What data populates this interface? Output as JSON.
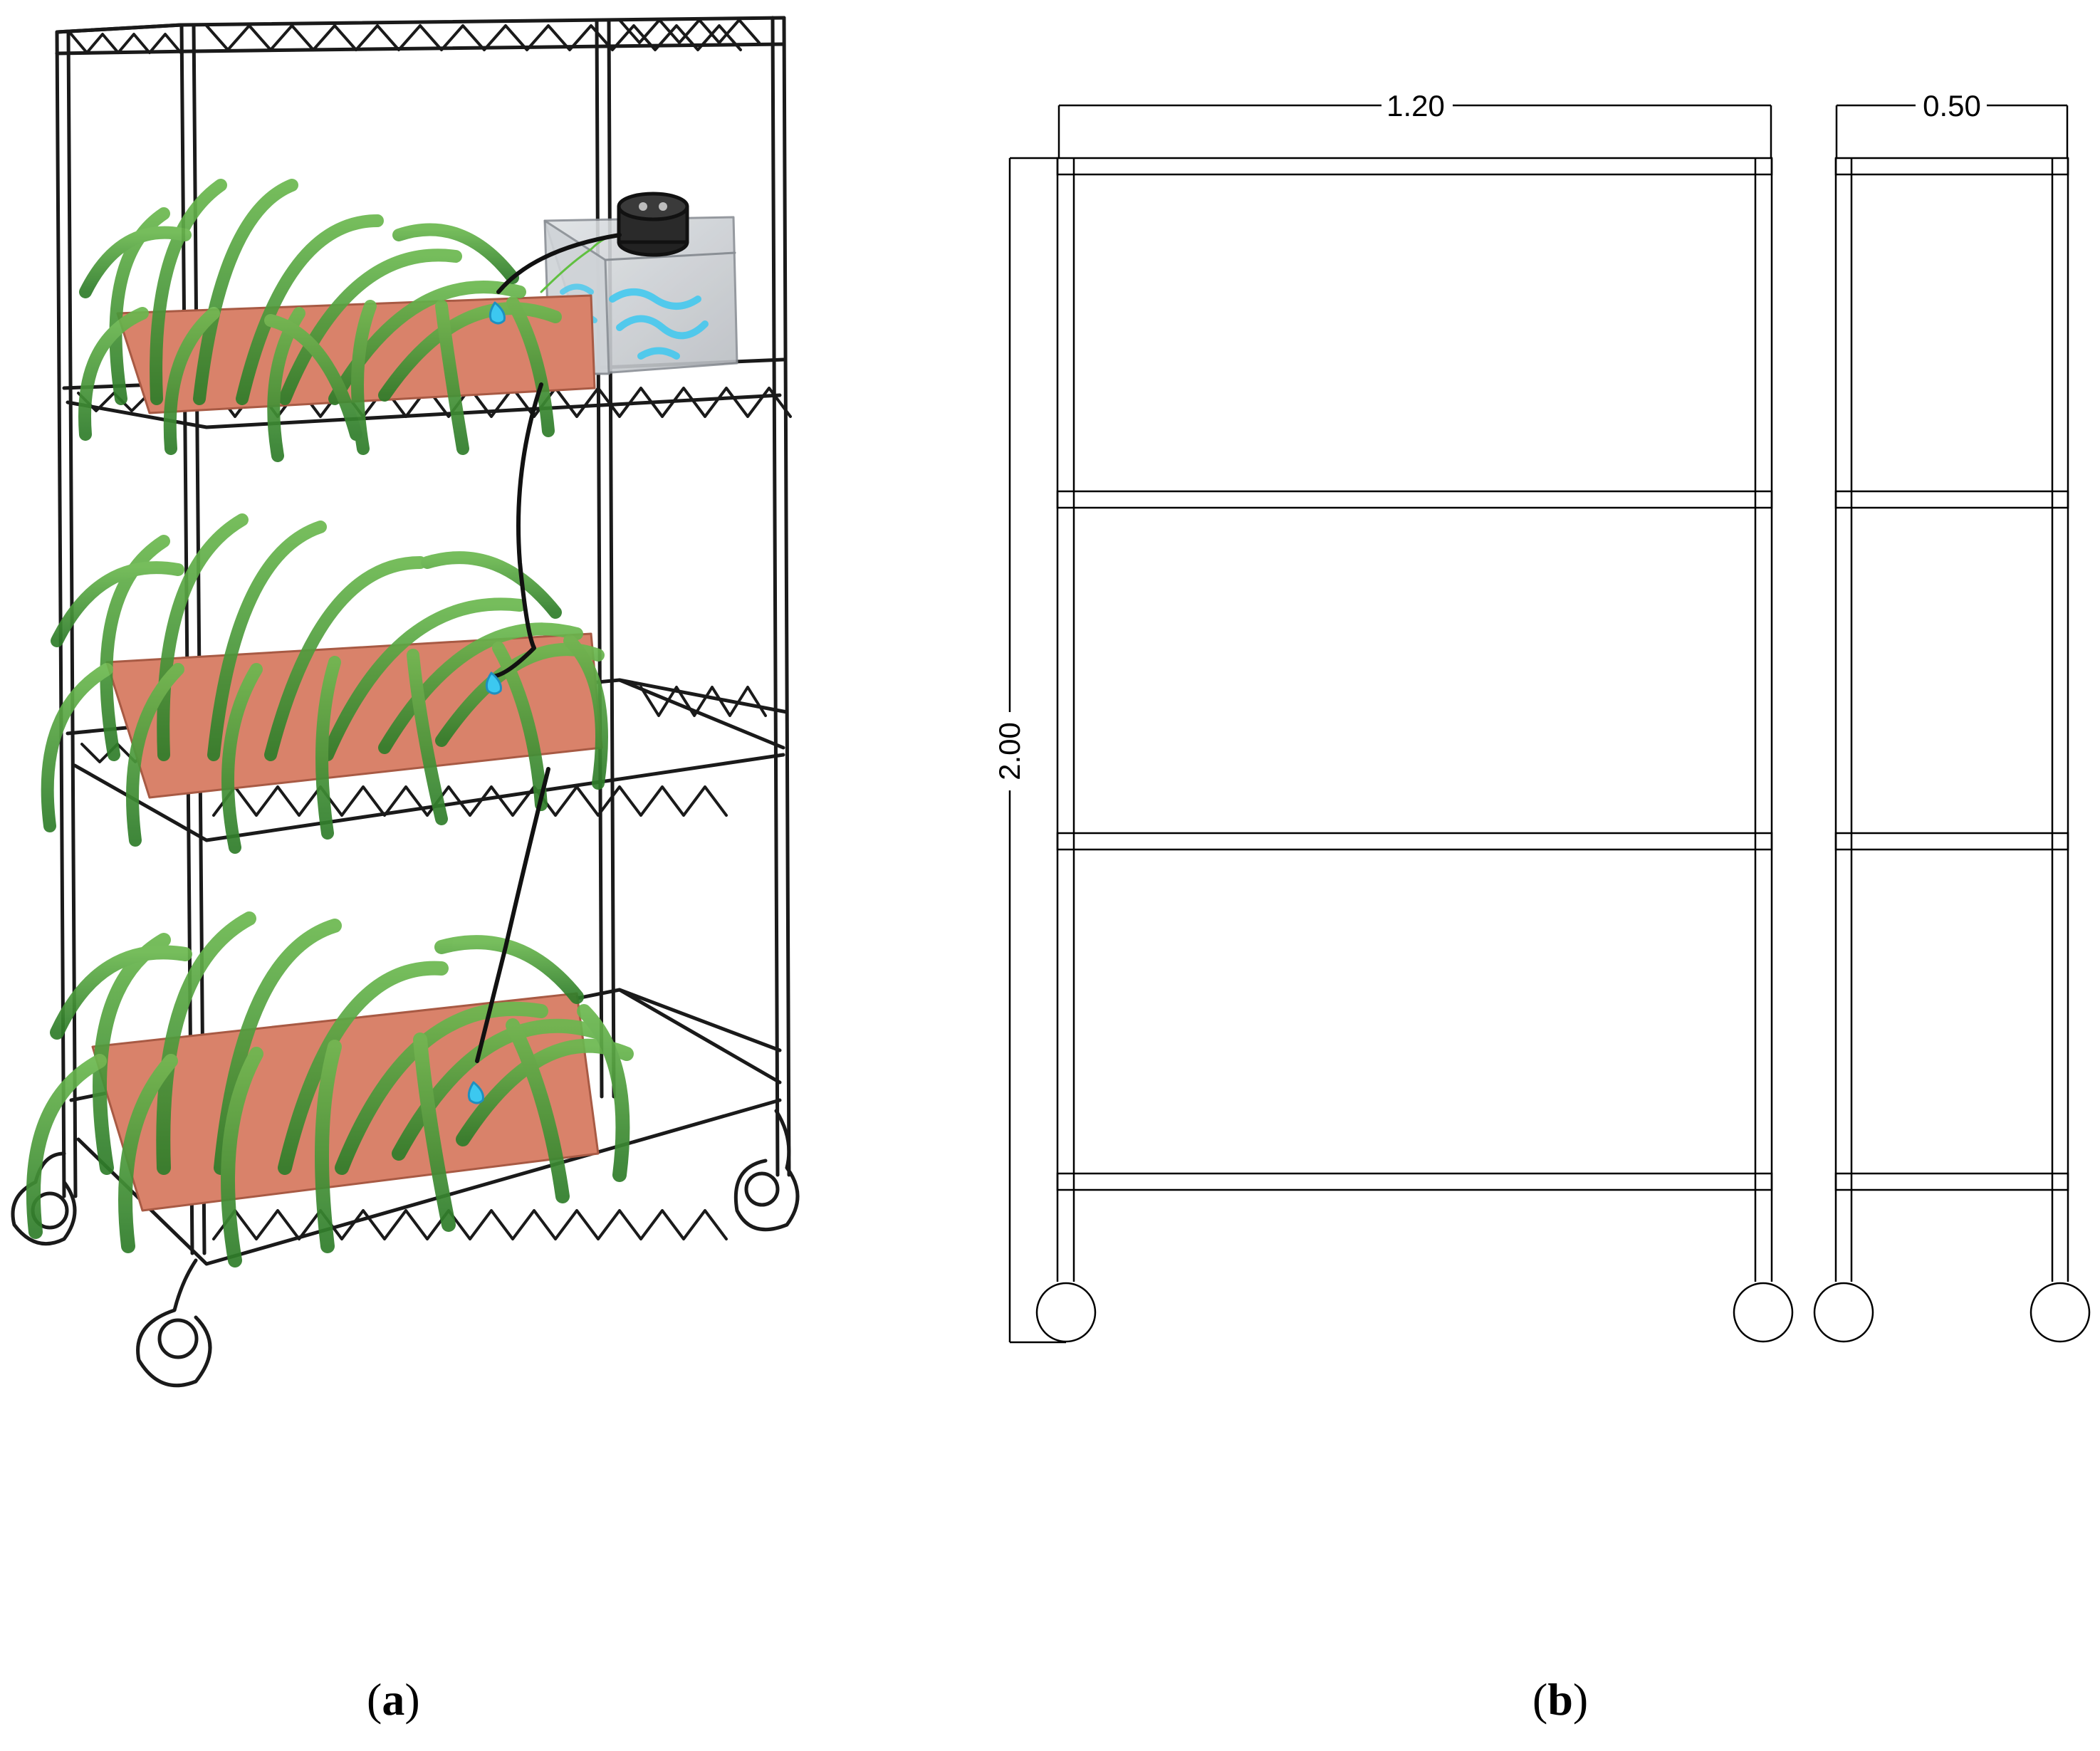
{
  "panel_a": {
    "caption_open": "(",
    "caption_letter": "a",
    "caption_close": ")"
  },
  "panel_b": {
    "caption_open": "(",
    "caption_letter": "b",
    "caption_close": ")",
    "dimensions": {
      "front_width": "1.20",
      "side_depth": "0.50",
      "height": "2.00"
    }
  },
  "colors": {
    "frame": "#1a1a1a",
    "planter": "#d9826a",
    "foliage_dark": "#2f7d2a",
    "foliage_light": "#6bb84f",
    "water": "#3cc8f0",
    "tank": "#c9cdd2"
  }
}
